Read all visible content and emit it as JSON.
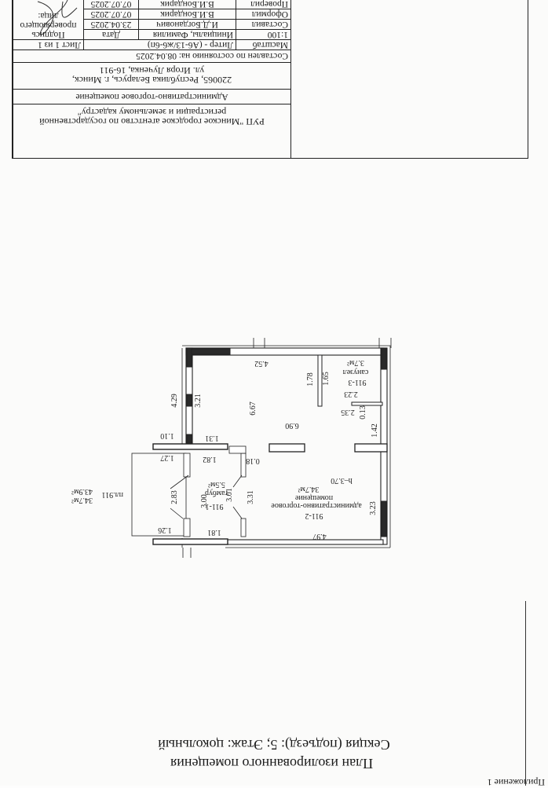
{
  "header": {
    "appendix": "Приложение 1",
    "title": "План изолированного помещения",
    "subtitle": "Секция (подъезд): 5;  Этаж: цокольный"
  },
  "plan": {
    "rooms": [
      {
        "number": "911-1",
        "name": "тамбур",
        "area": "5.5м²"
      },
      {
        "number": "911-2",
        "name_line1": "административно-торговое",
        "name_line2": "помещение",
        "area": "34.7м²",
        "height": "h–3.70"
      },
      {
        "number": "911-3",
        "name": "санузел",
        "area": "3.7м²"
      }
    ],
    "total": {
      "label": "пл.911",
      "total_area": "43.9м²",
      "main_area": "34.7м²"
    },
    "dimensions": {
      "d452": "4.52",
      "d178": "1.78",
      "d165": "1.65",
      "d223": "2.23",
      "d235": "2.35",
      "d013": "0.13",
      "d142": "1.42",
      "d667": "6.67",
      "d690": "6.90",
      "d429": "4.29",
      "d321": "3.21",
      "d110": "1.10",
      "d131": "1.31",
      "d127": "1.27",
      "d182": "1.82",
      "d018": "0.18",
      "d283": "2.83",
      "d300": "3.00",
      "d301": "3.01",
      "d331": "3.31",
      "d323": "3.23",
      "d497": "4.97",
      "d181": "1.81",
      "d126": "1.26"
    }
  },
  "stamp": {
    "organization": "РУП \"Минское городское агентство по государственной регистрации и земельному кадастру\"",
    "object_type": "Административно-торговое помещение",
    "address_line1": "220065, Республика Беларусь, г. Минск,",
    "address_line2": "ул. Игоря Лученка, 16-911",
    "as_of": "Составлен по состоянию на: 08.04.2025",
    "scale_label": "Масштаб",
    "liter": "Литер  -  (А6-13/ж6-6п)",
    "sheet": "Лист 1 из 1",
    "scale_value": "1:100",
    "col_name": "Инициалы, Фамилия",
    "col_date": "Дата",
    "signature_label": "Подпись проверяющего лица:",
    "rows": [
      {
        "role": "Составил",
        "name": "И.Д.Богданович",
        "date": "23.04.2025"
      },
      {
        "role": "Оформил",
        "name": "В.И.Бондарик",
        "date": "07.07.2025"
      },
      {
        "role": "Проверил",
        "name": "В.И.Бондарик",
        "date": "07.07.2025"
      }
    ]
  }
}
